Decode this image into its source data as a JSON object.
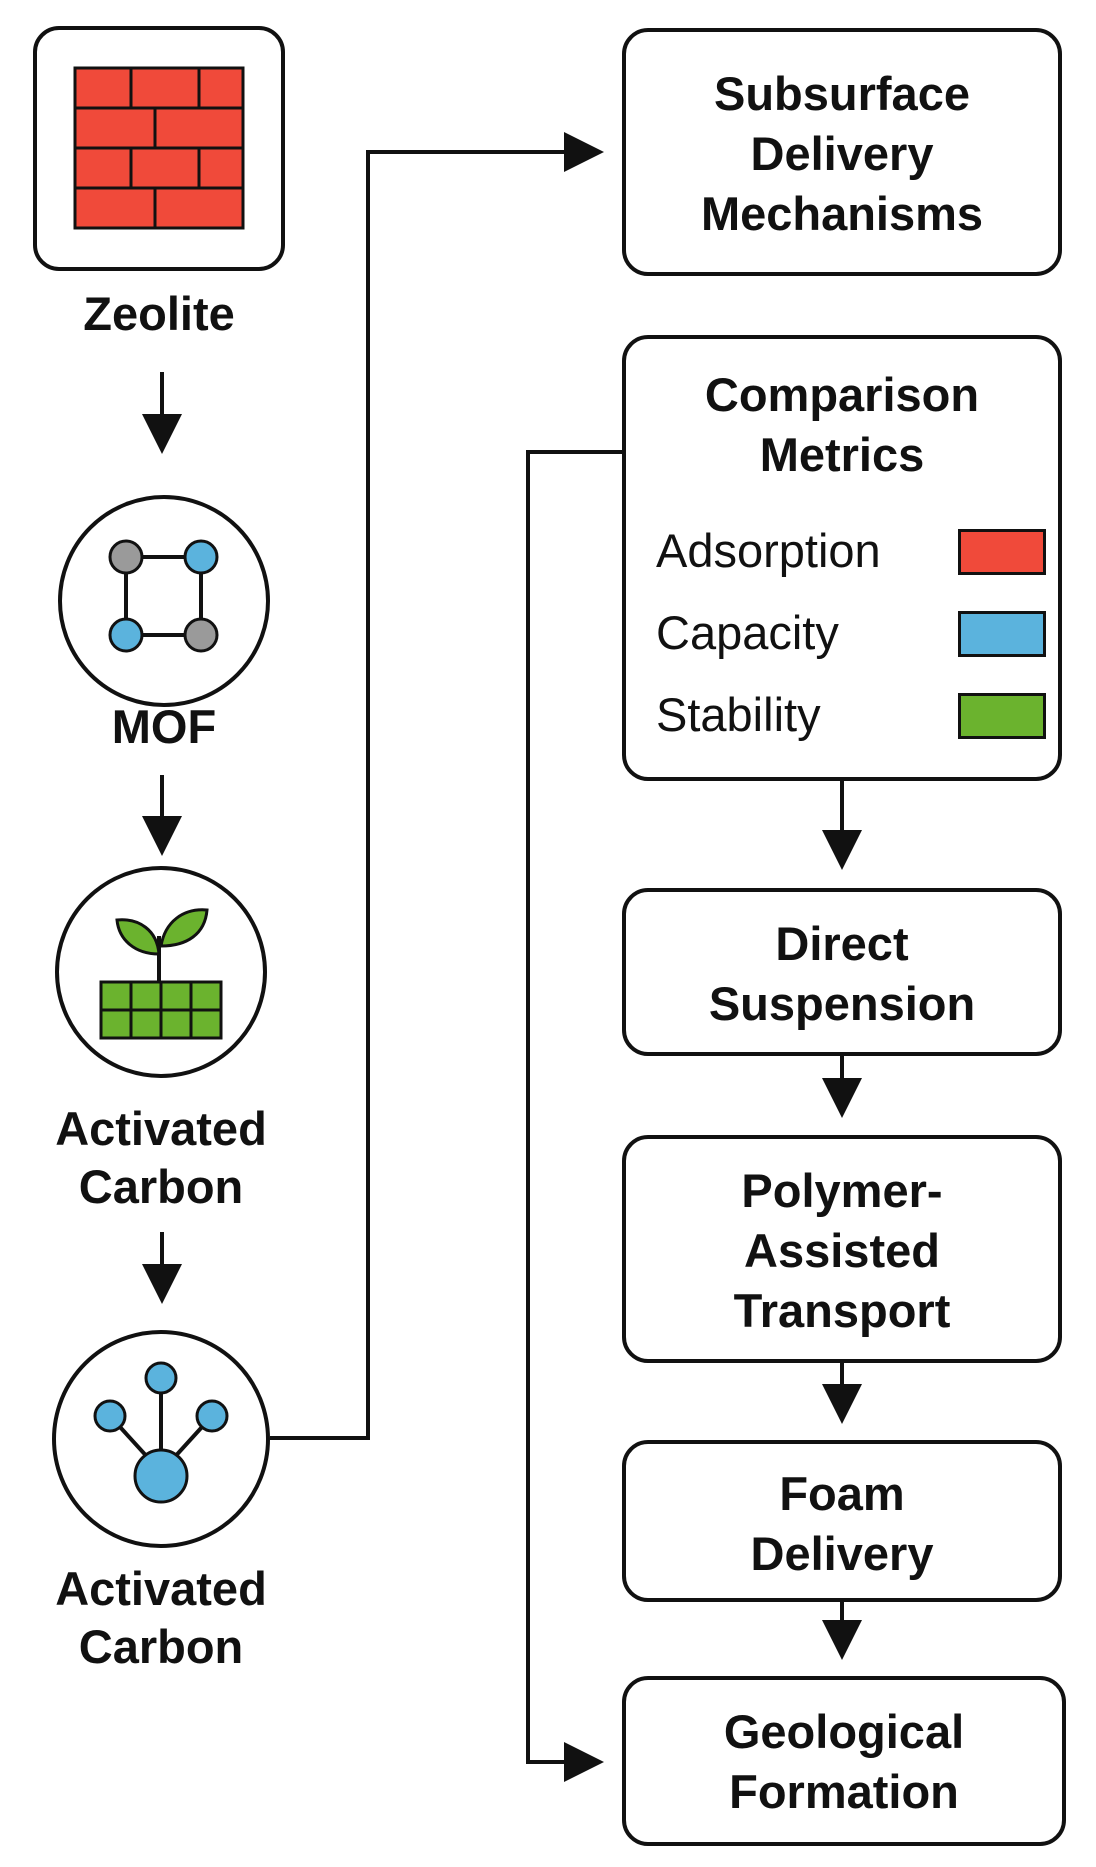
{
  "left_column": {
    "zeolite": {
      "label": "Zeolite",
      "icon": "brick-wall-icon"
    },
    "mof": {
      "label": "MOF",
      "icon": "metal-organic-framework-icon"
    },
    "activated_carbon_1": {
      "label_line1": "Activated",
      "label_line2": "Carbon",
      "icon": "sprout-grid-icon"
    },
    "activated_carbon_2": {
      "label_line1": "Activated",
      "label_line2": "Carbon",
      "icon": "branching-network-icon"
    }
  },
  "right_column": {
    "subsurface": {
      "lines": [
        "Subsurface",
        "Delivery",
        "Mechanisms"
      ]
    },
    "comparison": {
      "lines": [
        "Comparison",
        "Metrics"
      ],
      "legend": [
        {
          "label": "Adsorption",
          "color": "#f04a3a"
        },
        {
          "label": "Capacity",
          "color": "#5bb3dd"
        },
        {
          "label": "Stability",
          "color": "#6bb32e"
        }
      ]
    },
    "direct_suspension": {
      "lines": [
        "Direct",
        "Suspension"
      ]
    },
    "polymer": {
      "lines": [
        "Polymer-",
        "Assisted",
        "Transport"
      ]
    },
    "foam": {
      "lines": [
        "Foam",
        "Delivery"
      ]
    },
    "geological": {
      "lines": [
        "Geological",
        "Formation"
      ]
    }
  },
  "colors": {
    "brick_red": "#f04a3a",
    "node_blue": "#5bb3dd",
    "node_gray": "#9a9a9a",
    "leaf_green": "#6bb32e"
  }
}
